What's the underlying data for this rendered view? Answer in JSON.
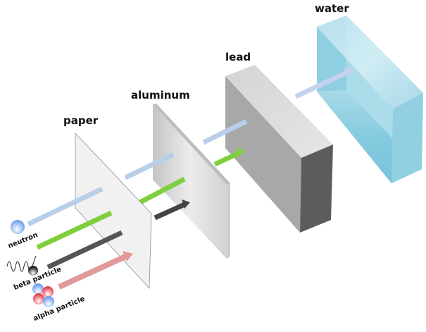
{
  "title": "Penetrating power of radiation",
  "shields": [
    {
      "id": "paper",
      "label": "paper"
    },
    {
      "id": "aluminum",
      "label": "aluminum"
    },
    {
      "id": "lead",
      "label": "lead"
    },
    {
      "id": "water",
      "label": "water"
    }
  ],
  "particles": [
    {
      "id": "neutron",
      "label": "neutron",
      "color": "#b8cfe8",
      "stops_at": "water"
    },
    {
      "id": "gamma",
      "label": "",
      "color": "#7fcf3c",
      "stops_at": "lead"
    },
    {
      "id": "beta",
      "label": "beta particle",
      "color": "#555555",
      "stops_at": "aluminum"
    },
    {
      "id": "alpha",
      "label": "alpha particle",
      "color": "#e09a9a",
      "stops_at": "paper"
    }
  ],
  "colors": {
    "paper": "#f2f2f2",
    "aluminum": "#d9d9d9",
    "lead_front": "#a9a9a9",
    "lead_top": "#dcdcdc",
    "lead_side": "#5c5c5c",
    "water": "#8ccfe0",
    "alpha_red": "#e8404f",
    "alpha_blue": "#6e9ef0"
  }
}
